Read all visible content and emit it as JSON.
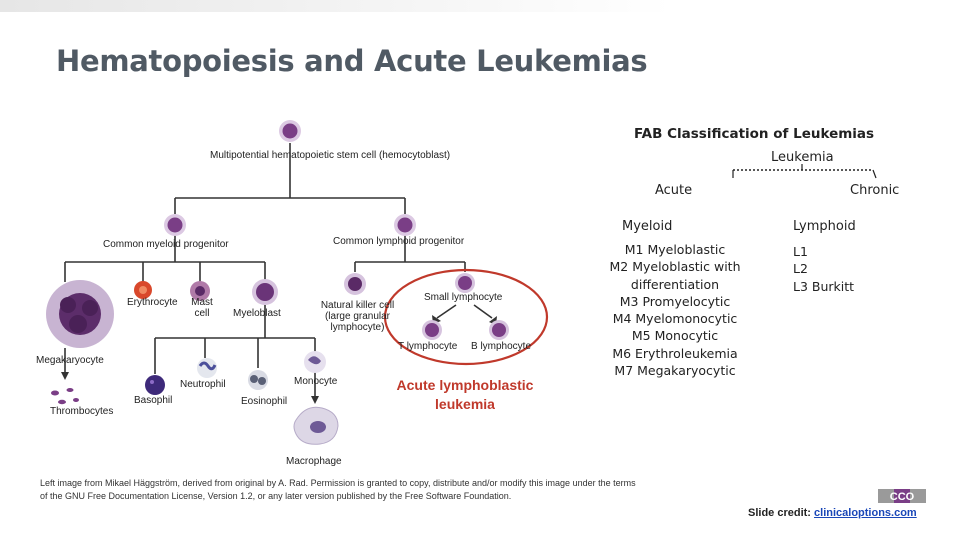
{
  "slide_title": "Hematopoiesis and Acute Leukemias",
  "diagram": {
    "stem_cell_label": "Multipotential hematopoietic stem cell (hemocytoblast)",
    "myeloid_progenitor": "Common myeloid progenitor",
    "lymphoid_progenitor": "Common lymphoid progenitor",
    "erythrocyte": "Erythrocyte",
    "mast_cell": "Mast cell",
    "myeloblast": "Myeloblast",
    "nk_cell": "Natural killer cell (large granular lymphocyte)",
    "small_lymphocyte": "Small lymphocyte",
    "t_lymphocyte": "T lymphocyte",
    "b_lymphocyte": "B lymphocyte",
    "megakaryocyte": "Megakaryocyte",
    "thrombocytes": "Thrombocytes",
    "basophil": "Basophil",
    "neutrophil": "Neutrophil",
    "eosinophil": "Eosinophil",
    "monocyte": "Monocyte",
    "macrophage": "Macrophage",
    "highlight_label": "Acute lymphoblastic leukemia"
  },
  "fab": {
    "title": "FAB Classification of Leukemias",
    "root": "Leukemia",
    "acute": "Acute",
    "chronic": "Chronic",
    "myeloid": "Myeloid",
    "lymphoid": "Lymphoid",
    "myeloid_types": [
      "M1 Myeloblastic",
      "M2 Myeloblastic with",
      "differentiation",
      "M3 Promyelocytic",
      "M4 Myelomonocytic",
      "M5 Monocytic",
      "M6 Erythroleukemia",
      "M7 Megakaryocytic"
    ],
    "lymphoid_types": [
      "L1",
      "L2",
      "L3 Burkitt"
    ]
  },
  "credits": {
    "image_credit": "Left image from Mikael Häggström, derived from original by A. Rad. Permission is granted to copy, distribute and/or modify this image under the terms of the GNU Free Documentation License, Version 1.2, or any later version published by the Free Software Foundation.",
    "slide_credit_label": "Slide credit:",
    "slide_credit_link": "clinicaloptions.com",
    "logo_text": "CCO"
  },
  "colors": {
    "title": "#505a64",
    "highlight": "#c0392b",
    "cell_purple": "#7a3e86",
    "link": "#1a47b8"
  }
}
